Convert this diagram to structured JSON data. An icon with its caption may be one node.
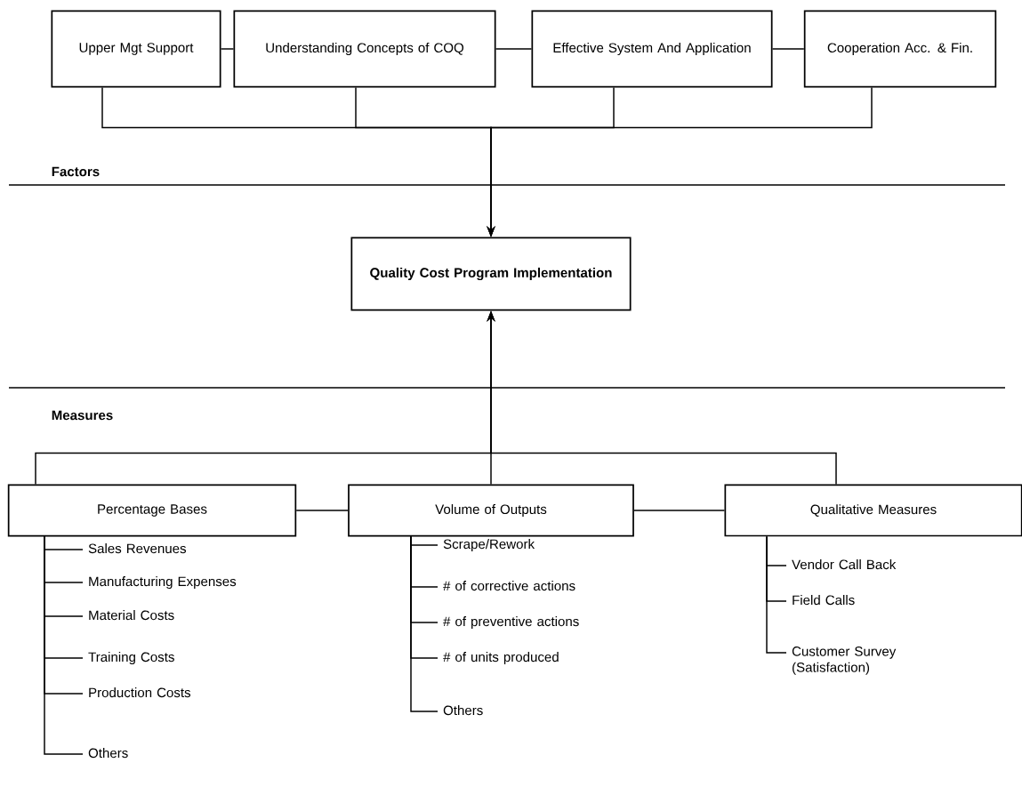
{
  "diagram": {
    "nodes": [
      {
        "text": [
          "Upper Mgt Support"
        ]
      },
      {
        "text": [
          "Understanding Concepts of COQ"
        ]
      },
      {
        "text": [
          "Effective System And Application"
        ]
      },
      {
        "text": [
          "Cooperation Acc. & Fin."
        ]
      },
      {
        "text": [
          "Quality Cost Program Implementation"
        ]
      },
      {
        "text": [
          "Percentage Bases"
        ]
      },
      {
        "text": [
          "Volume of Outputs"
        ]
      },
      {
        "text": [
          "Qualitative Measures"
        ]
      },
      {
        "text": [
          "Sales Revenues"
        ]
      },
      {
        "text": [
          "Manufacturing Expenses"
        ]
      },
      {
        "text": [
          "Material Costs"
        ]
      },
      {
        "text": [
          "Training Costs"
        ]
      },
      {
        "text": [
          "Production Costs"
        ]
      },
      {
        "text": [
          "Others"
        ]
      },
      {
        "text": [
          "Scrape/Rework"
        ]
      },
      {
        "text": [
          "# of corrective actions"
        ]
      },
      {
        "text": [
          "# of preventive actions"
        ]
      },
      {
        "text": [
          "# of units produced"
        ]
      },
      {
        "text": [
          "Others"
        ]
      },
      {
        "text": [
          "Vendor Call Back"
        ]
      },
      {
        "text": [
          "Field Calls"
        ]
      },
      {
        "text": [
          "Customer Survey (Satisfaction)"
        ]
      }
    ],
    "edges": [
      {
        "from": 0,
        "to": 1,
        "arrow": "none"
      },
      {
        "from": 1,
        "to": 2,
        "arrow": "none"
      },
      {
        "from": 2,
        "to": 3,
        "arrow": "none"
      },
      {
        "from": 0,
        "to": 4,
        "arrow": "to"
      },
      {
        "from": 1,
        "to": 4,
        "arrow": "to"
      },
      {
        "from": 2,
        "to": 4,
        "arrow": "to"
      },
      {
        "from": 3,
        "to": 4,
        "arrow": "to"
      },
      {
        "from": 5,
        "to": 6,
        "arrow": "none"
      },
      {
        "from": 6,
        "to": 7,
        "arrow": "none"
      },
      {
        "from": 5,
        "to": 4,
        "arrow": "to"
      },
      {
        "from": 6,
        "to": 4,
        "arrow": "to"
      },
      {
        "from": 7,
        "to": 4,
        "arrow": "to"
      },
      {
        "from": 5,
        "to": 8,
        "arrow": "none"
      },
      {
        "from": 5,
        "to": 9,
        "arrow": "none"
      },
      {
        "from": 5,
        "to": 10,
        "arrow": "none"
      },
      {
        "from": 5,
        "to": 11,
        "arrow": "none"
      },
      {
        "from": 5,
        "to": 12,
        "arrow": "none"
      },
      {
        "from": 5,
        "to": 13,
        "arrow": "none"
      },
      {
        "from": 6,
        "to": 14,
        "arrow": "none"
      },
      {
        "from": 6,
        "to": 15,
        "arrow": "none"
      },
      {
        "from": 6,
        "to": 16,
        "arrow": "none"
      },
      {
        "from": 6,
        "to": 17,
        "arrow": "none"
      },
      {
        "from": 6,
        "to": 18,
        "arrow": "none"
      },
      {
        "from": 7,
        "to": 19,
        "arrow": "none"
      },
      {
        "from": 7,
        "to": 20,
        "arrow": "none"
      },
      {
        "from": 7,
        "to": 21,
        "arrow": "none"
      }
    ],
    "labels": [
      "Factors",
      "Measures"
    ]
  }
}
